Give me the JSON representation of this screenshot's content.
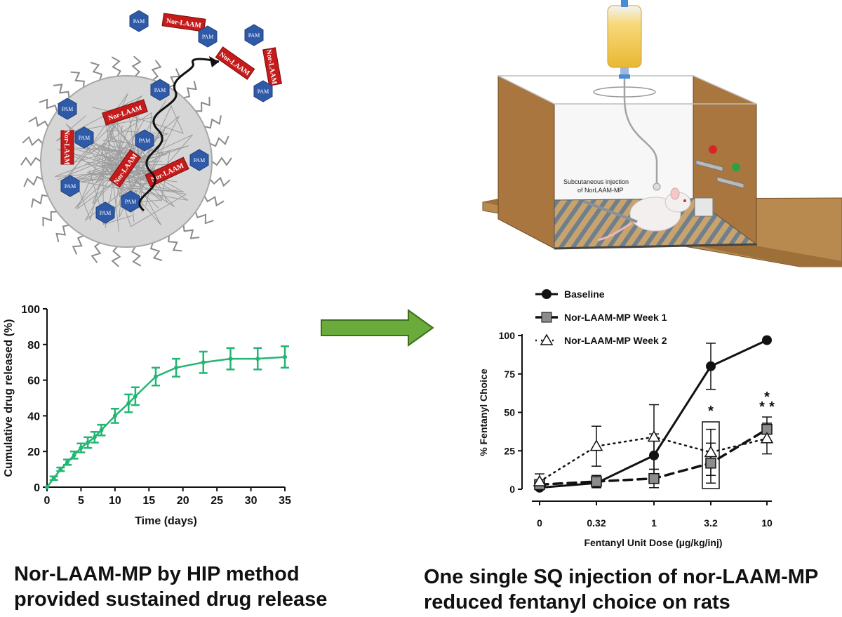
{
  "schematic": {
    "pam_label": "PAM",
    "norlaam_label": "Nor-LAAM"
  },
  "apparatus": {
    "injection_label_line1": "Subcutaneous injection",
    "injection_label_line2": "of NorLAAM-MP"
  },
  "captions": {
    "left_line1": "Nor-LAAM-MP by HIP method",
    "left_line2": "provided sustained drug release",
    "right_line1": "One single SQ injection of nor-LAAM-MP",
    "right_line2": "reduced fentanyl choice on rats"
  },
  "colors": {
    "release_line": "#22b573",
    "arrow_fill": "#6aab3b",
    "arrow_stroke": "#3e6f1f",
    "pam_blue": "#2e5aa8",
    "norlaam_red": "#c51b1b",
    "week1_gray": "#8c8c8c"
  },
  "chart_data": [
    {
      "type": "line",
      "title": "",
      "xlabel": "Time (days)",
      "ylabel": "Cumulative drug released (%)",
      "xlim": [
        0,
        35
      ],
      "ylim": [
        0,
        100
      ],
      "xticks": [
        "0",
        "5",
        "10",
        "15",
        "20",
        "25",
        "30",
        "35"
      ],
      "yticks": [
        "0",
        "20",
        "40",
        "60",
        "80",
        "100"
      ],
      "series": [
        {
          "x": [
            0,
            1,
            2,
            3,
            4,
            5,
            6,
            7,
            8,
            10,
            12,
            13,
            16,
            19,
            23,
            27,
            31,
            35
          ],
          "y": [
            0,
            5,
            10,
            14,
            18,
            22,
            25,
            28,
            32,
            40,
            47,
            51,
            62,
            67,
            70,
            72,
            72,
            73
          ],
          "err": [
            0,
            1,
            1,
            1.5,
            2,
            2.5,
            3,
            3,
            3,
            4,
            5,
            5,
            5,
            5,
            6,
            6,
            6,
            6
          ]
        }
      ],
      "grid": false
    },
    {
      "type": "line",
      "title": "",
      "xlabel": "Fentanyl Unit Dose (µg/kg/inj)",
      "ylabel": "% Fentanyl Choice",
      "categories": [
        "0",
        "0.32",
        "1",
        "3.2",
        "10"
      ],
      "ylim": [
        0,
        100
      ],
      "yticks": [
        "0",
        "25",
        "50",
        "75",
        "100"
      ],
      "legend_position": "top-left",
      "series": [
        {
          "name": "Baseline",
          "marker": "circle",
          "line": "solid",
          "values": [
            1,
            4,
            22,
            80,
            97
          ],
          "err": [
            2,
            3,
            14,
            15,
            0
          ]
        },
        {
          "name": "Nor-LAAM-MP Week 1",
          "marker": "square",
          "line": "dashed",
          "values": [
            3,
            5,
            7,
            17,
            39
          ],
          "err": [
            3,
            4,
            6,
            13,
            8
          ]
        },
        {
          "name": "Nor-LAAM-MP Week 2",
          "marker": "triangle",
          "line": "dotted",
          "values": [
            5,
            28,
            34,
            24,
            33
          ],
          "err": [
            5,
            13,
            21,
            15,
            10
          ]
        }
      ],
      "annotations": [
        {
          "text": "*",
          "category": "3.2",
          "y": 50
        },
        {
          "text": "*",
          "category": "10",
          "y": 58
        },
        {
          "text": "*",
          "category": "10",
          "y": 53
        },
        {
          "text": "*",
          "category": "10",
          "y": 53
        }
      ],
      "highlight_box_category": "3.2",
      "grid": false
    }
  ]
}
